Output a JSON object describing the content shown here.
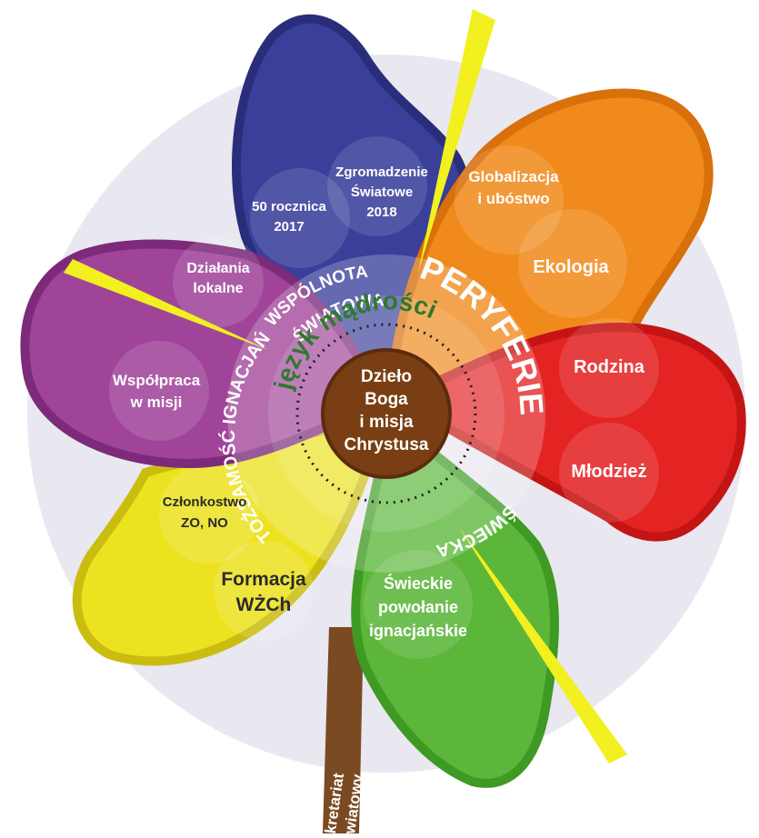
{
  "center": {
    "lines": [
      "Dzieło",
      "Boga",
      "i misja",
      "Chrystusa"
    ]
  },
  "ring_texts": {
    "wspolnota": [
      "WSPÓLNOTA",
      "ŚWIATOWA"
    ],
    "jezyk": "język mądrości",
    "peryferie": "PERYFERIE",
    "swiecka": "ŚWIECKA",
    "tozsamosc": "TOŻSAMOŚĆ IGNACJAŃSKA"
  },
  "petals": {
    "blue": {
      "color": "#3a3f9a",
      "items": [
        [
          "50 rocznica",
          "2017"
        ],
        [
          "Zgromadzenie",
          "Światowe",
          "2018"
        ]
      ]
    },
    "orange": {
      "color": "#f08a1c",
      "items": [
        [
          "Globalizacja",
          "i ubóstwo"
        ],
        [
          "Ekologia"
        ]
      ]
    },
    "red": {
      "color": "#e42323",
      "items": [
        [
          "Rodzina"
        ],
        [
          "Młodzież"
        ]
      ]
    },
    "green": {
      "color": "#5cb63a",
      "items": [
        [
          "Świeckie",
          "powołanie",
          "ignacjańskie"
        ]
      ]
    },
    "yellow": {
      "color": "#ece21f",
      "items": [
        [
          "Członkostwo",
          "ZO, NO"
        ],
        [
          "Formacja",
          "WŻCh"
        ]
      ]
    },
    "purple": {
      "color": "#a0449a",
      "items": [
        [
          "Działania",
          "lokalne"
        ],
        [
          "Współpraca",
          "w misji"
        ]
      ]
    }
  },
  "stem": {
    "lines": [
      "Sekretariat",
      "światowy"
    ],
    "color": "#7a4a22"
  }
}
